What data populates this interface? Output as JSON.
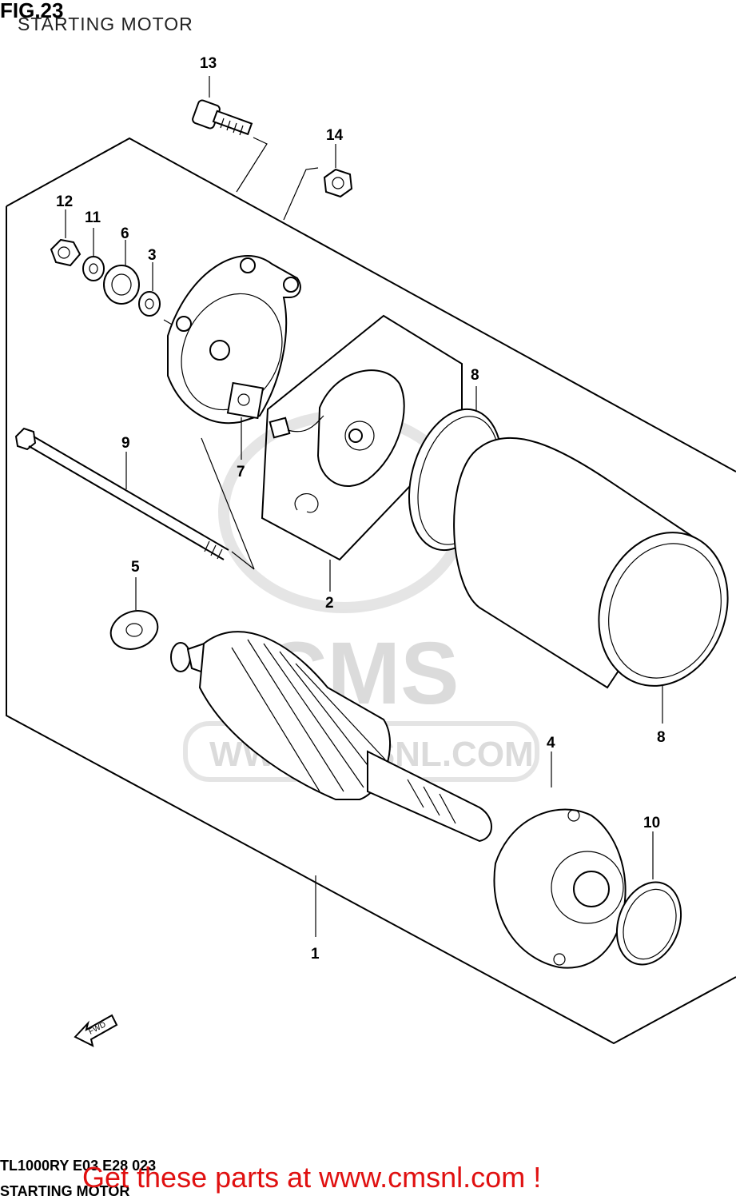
{
  "header": {
    "fig_label": "FIG.23",
    "subtitle": "STARTING MOTOR"
  },
  "callouts": {
    "c1": "1",
    "c2": "2",
    "c3": "3",
    "c4": "4",
    "c5": "5",
    "c6": "6",
    "c7": "7",
    "c8a": "8",
    "c8b": "8",
    "c9": "9",
    "c10": "10",
    "c11": "11",
    "c12": "12",
    "c13": "13",
    "c14": "14"
  },
  "direction_arrow": {
    "label": "FWD",
    "icon": "forward-arrow-icon"
  },
  "watermark": {
    "brand": "CMS",
    "site": "WWW.CMSNL.COM"
  },
  "footer": {
    "model_code": "TL1000RY E03 E28 023",
    "subtitle": "STARTING MOTOR",
    "cta": "Get these parts at www.cmsnl.com !"
  },
  "colors": {
    "cta": "#e01010",
    "lines": "#000000",
    "watermark": "#d8d8d8"
  }
}
